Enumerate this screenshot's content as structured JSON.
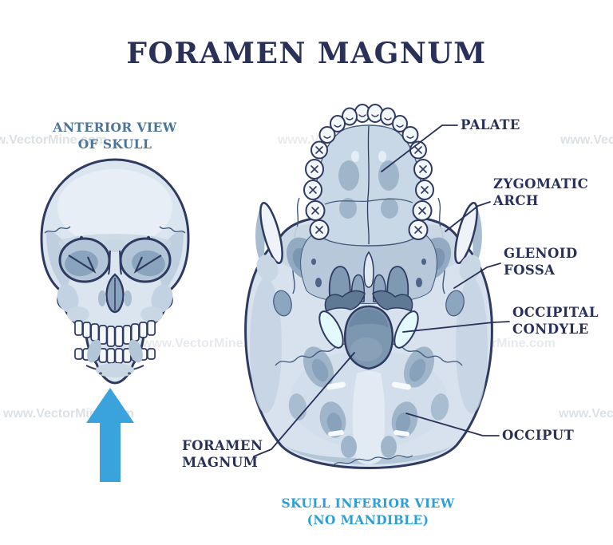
{
  "title": "FORAMEN MAGNUM",
  "watermark_text": "www.VectorMine.com",
  "anterior_view": {
    "caption": "ANTERIOR VIEW\nOF SKULL"
  },
  "inferior_view": {
    "caption": "SKULL INFERIOR VIEW\n(NO MANDIBLE)"
  },
  "labels": {
    "palate": "PALATE",
    "zygomatic_arch": "ZYGOMATIC\nARCH",
    "glenoid_fossa": "GLENOID\nFOSSA",
    "occipital_condyle": "OCCIPITAL\nCONDYLE",
    "occiput": "OCCIPUT",
    "foramen_magnum": "FORAMEN\nMAGNUM"
  },
  "colors": {
    "title_navy": "#2a3158",
    "caption_steel_blue": "#4a7499",
    "caption_bright_blue": "#2d9fd8",
    "arrow_blue": "#3aa3de",
    "outline_navy": "#2e3a60",
    "bone_light": "#dbe5ef",
    "bone_mid": "#b9cadb",
    "bone_dark": "#8ca6bf",
    "foramen_fill": "#7e97b0",
    "condyle_highlight": "#e4f9fc"
  }
}
